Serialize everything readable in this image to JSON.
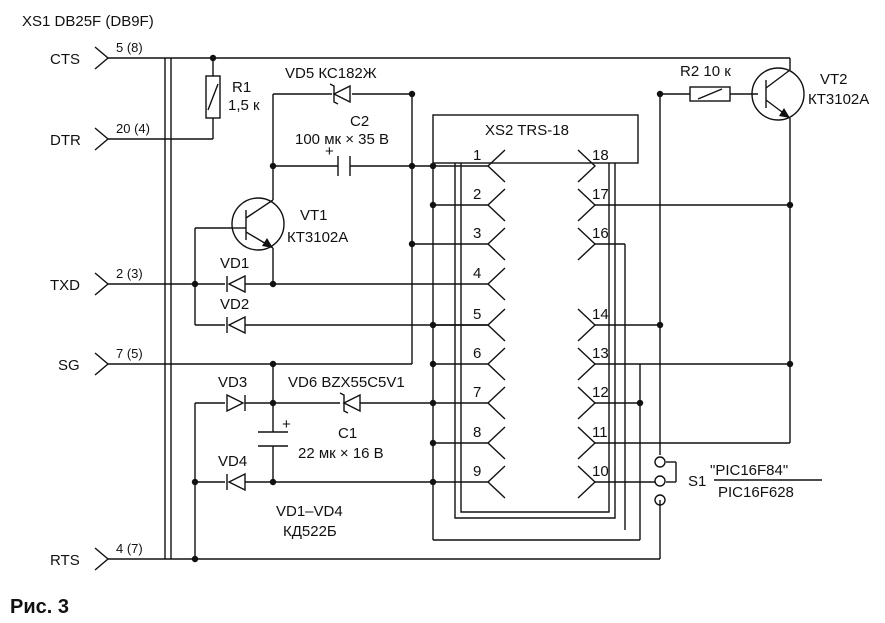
{
  "connector": {
    "title": "XS1 DB25F (DB9F)"
  },
  "pins": [
    {
      "name": "CTS",
      "number": "5 (8)"
    },
    {
      "name": "DTR",
      "number": "20 (4)"
    },
    {
      "name": "TXD",
      "number": "2 (3)"
    },
    {
      "name": "SG",
      "number": "7 (5)"
    },
    {
      "name": "RTS",
      "number": "4 (7)"
    }
  ],
  "components": {
    "r1": {
      "name": "R1",
      "value": "1,5 к"
    },
    "r2": {
      "name": "R2",
      "value": "10 к"
    },
    "vd5": "VD5 КС182Ж",
    "c2": {
      "name": "C2",
      "value": "100 мк × 35 В"
    },
    "c1": {
      "name": "C1",
      "value": "22 мк × 16 В"
    },
    "vt1": {
      "name": "VT1",
      "value": "КТ3102А"
    },
    "vt2": {
      "name": "VT2",
      "value": "КТ3102А"
    },
    "vd1": "VD1",
    "vd2": "VD2",
    "vd3": "VD3",
    "vd4": "VD4",
    "vd6": "VD6 BZX55C5V1",
    "vd_group": {
      "name": "VD1–VD4",
      "value": "КД522Б"
    },
    "plus": "+"
  },
  "socket": {
    "title": "XS2 TRS-18",
    "left_pins": [
      "1",
      "2",
      "3",
      "4",
      "5",
      "6",
      "7",
      "8",
      "9"
    ],
    "right_pins": [
      "18",
      "17",
      "16",
      "14",
      "13",
      "12",
      "11",
      "10"
    ]
  },
  "switch": {
    "name": "S1",
    "option_top": "\"PIC16F84\"",
    "option_bottom": "PIC16F628"
  },
  "caption": "Рис. 3"
}
